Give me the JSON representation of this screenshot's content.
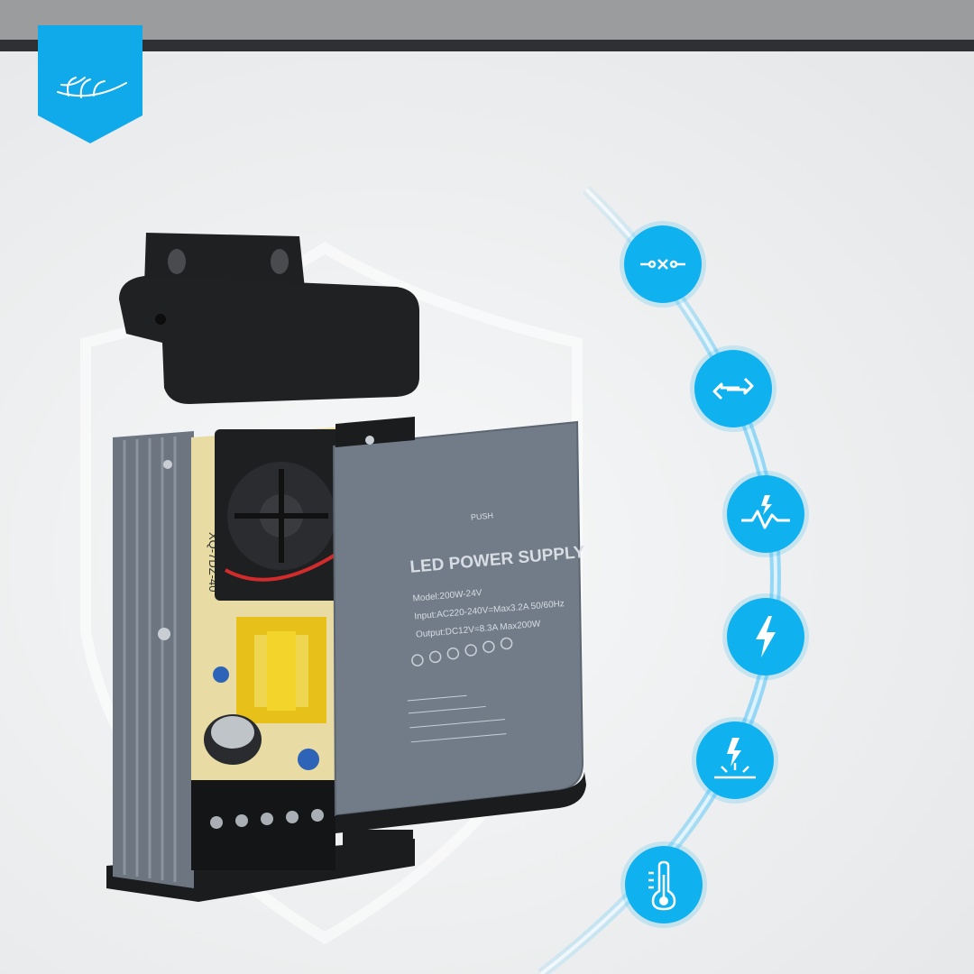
{
  "headline": {
    "line1": "",
    "line2": ""
  },
  "product_panel": {
    "title": "LED POWER SUPPLY",
    "model": "Model:200W-24V",
    "input": "Input:AC220-240V=Max3.2A 50/60Hz",
    "output": "Output:DC12V=8.3A Max200W",
    "push": "PUSH",
    "pcb_code": "XQ-7DZ-40"
  },
  "features": [
    {
      "icon": "switch-icon",
      "label": ""
    },
    {
      "icon": "arrows-icon",
      "label": ""
    },
    {
      "icon": "surge-icon",
      "label": ""
    },
    {
      "icon": "lightning-icon",
      "label": ""
    },
    {
      "icon": "short-circuit-icon",
      "label": ""
    },
    {
      "icon": "thermometer-icon",
      "label": ""
    }
  ],
  "colors": {
    "accent": "#10b1ef",
    "topbar": "#9a9c9e",
    "casing": "#6e7882"
  }
}
